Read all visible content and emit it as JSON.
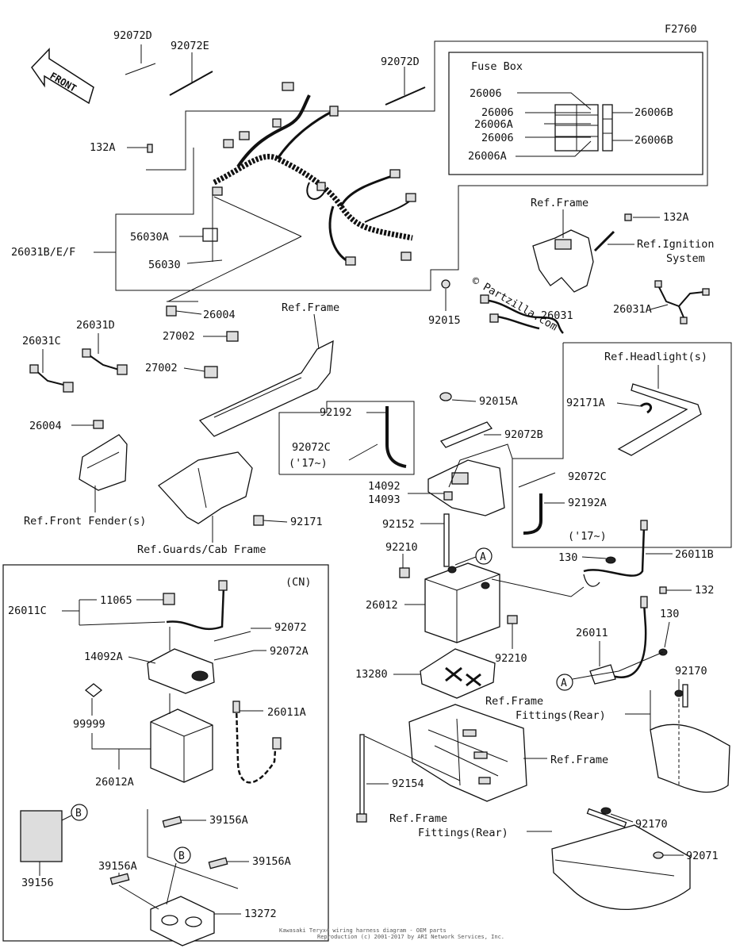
{
  "diagram_code": "F2760",
  "front_arrow": "FRONT",
  "fuse_box": {
    "title": "Fuse Box",
    "left_labels": [
      "26006",
      "26006",
      "26006A",
      "26006",
      "26006A"
    ],
    "right_labels": [
      "26006B",
      "26006B"
    ]
  },
  "cn_box": {
    "title": "(CN)"
  },
  "callouts": {
    "A": "A",
    "B": "B"
  },
  "labels": {
    "p92072D_1": "92072D",
    "p92072E": "92072E",
    "p92072D_2": "92072D",
    "p132A_1": "132A",
    "p26031BEF": "26031B/E/F",
    "p56030A": "56030A",
    "p56030": "56030",
    "p26004_1": "26004",
    "p92015": "92015",
    "pRefFrame_1": "Ref.Frame",
    "p132A_2": "132A",
    "pRefIgnition_1": "Ref.Ignition",
    "pRefIgnition_2": "System",
    "p26031": "26031",
    "p26031A": "26031A",
    "pRefFrame_2": "Ref.Frame",
    "p26031C": "26031C",
    "p26031D": "26031D",
    "p27002_1": "27002",
    "p27002_2": "27002",
    "p26004_2": "26004",
    "pRefFrontFender": "Ref.Front Fender(s)",
    "pRefGuards": "Ref.Guards/Cab Frame",
    "p92171": "92171",
    "p92192": "92192",
    "p92072C_1": "92072C",
    "p17_1": "('17~)",
    "p92015A": "92015A",
    "p92072B": "92072B",
    "p14092": "14092",
    "p14093": "14093",
    "p92152": "92152",
    "p92210_1": "92210",
    "pRefHeadlight": "Ref.Headlight(s)",
    "p92171A": "92171A",
    "p92072C_2": "92072C",
    "p92192A": "92192A",
    "p17_2": "('17~)",
    "p130_1": "130",
    "p26011B": "26011B",
    "p132": "132",
    "p26012": "26012",
    "p92210_2": "92210",
    "p130_2": "130",
    "p26011": "26011",
    "p13280": "13280",
    "pRefFrame_3": "Ref.Frame",
    "pFittingsRear_1": "Fittings(Rear)",
    "p92170_1": "92170",
    "pRefFrame_4": "Ref.Frame",
    "p92154": "92154",
    "pRefFrame_5": "Ref.Frame",
    "pFittingsRear_2": "Fittings(Rear)",
    "p92170_2": "92170",
    "p92071": "92071",
    "p26011C": "26011C",
    "p11065": "11065",
    "p92072": "92072",
    "p92072A": "92072A",
    "p14092A": "14092A",
    "p26011A": "26011A",
    "p99999": "99999",
    "p26012A": "26012A",
    "p39156A_1": "39156A",
    "p39156A_2": "39156A",
    "p39156A_3": "39156A",
    "p39156": "39156",
    "p13272": "13272"
  },
  "watermark": "© Partzilla.com",
  "footer": [
    "Kawasaki Teryx4 wiring harness diagram - OEM parts",
    "Reproduction (c) 2001-2017 by ARI Network Services, Inc."
  ]
}
